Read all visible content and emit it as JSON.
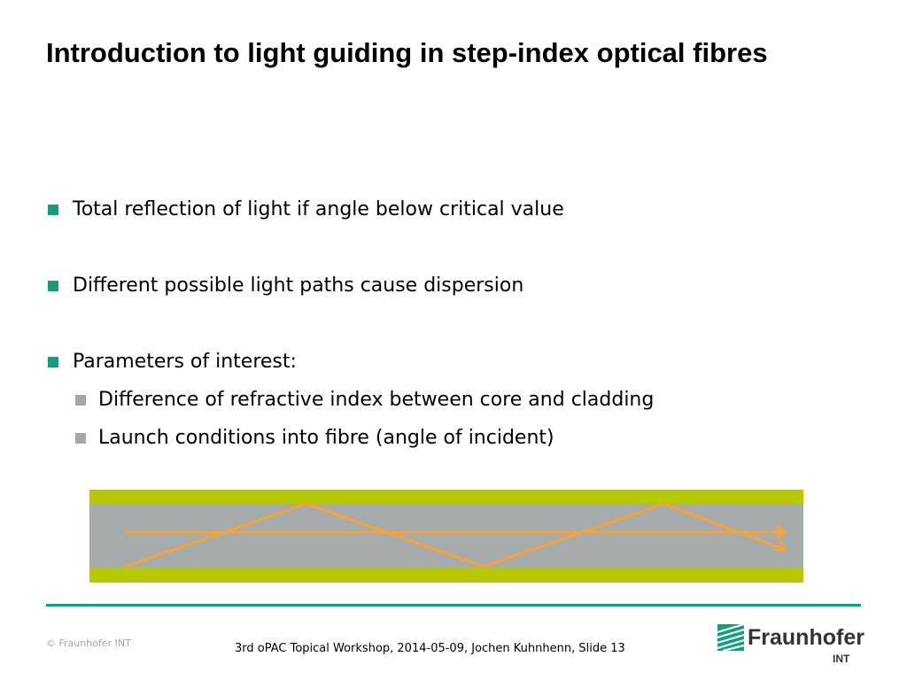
{
  "slide": {
    "title": "Introduction to light guiding in step-index optical fibres",
    "bullets": [
      "Total reflection of light if angle below critical value",
      "Different possible light paths cause dispersion",
      "Parameters of interest:"
    ],
    "sub_bullets": [
      "Difference of refractive index between core and cladding",
      "Launch conditions into fibre (angle of incident)"
    ]
  },
  "colors": {
    "accent": "#179c7d",
    "cladding": "#b5c800",
    "core": "#a6abab",
    "ray": "#f5a33a",
    "sub_bullet": "#a6a6a6"
  },
  "footer": {
    "copyright": "© Fraunhofer INT",
    "text": "3rd oPAC Topical Workshop, 2014-05-09, Jochen Kuhnhenn, Slide 13",
    "logo_name": "Fraunhofer",
    "logo_sub": "INT"
  }
}
